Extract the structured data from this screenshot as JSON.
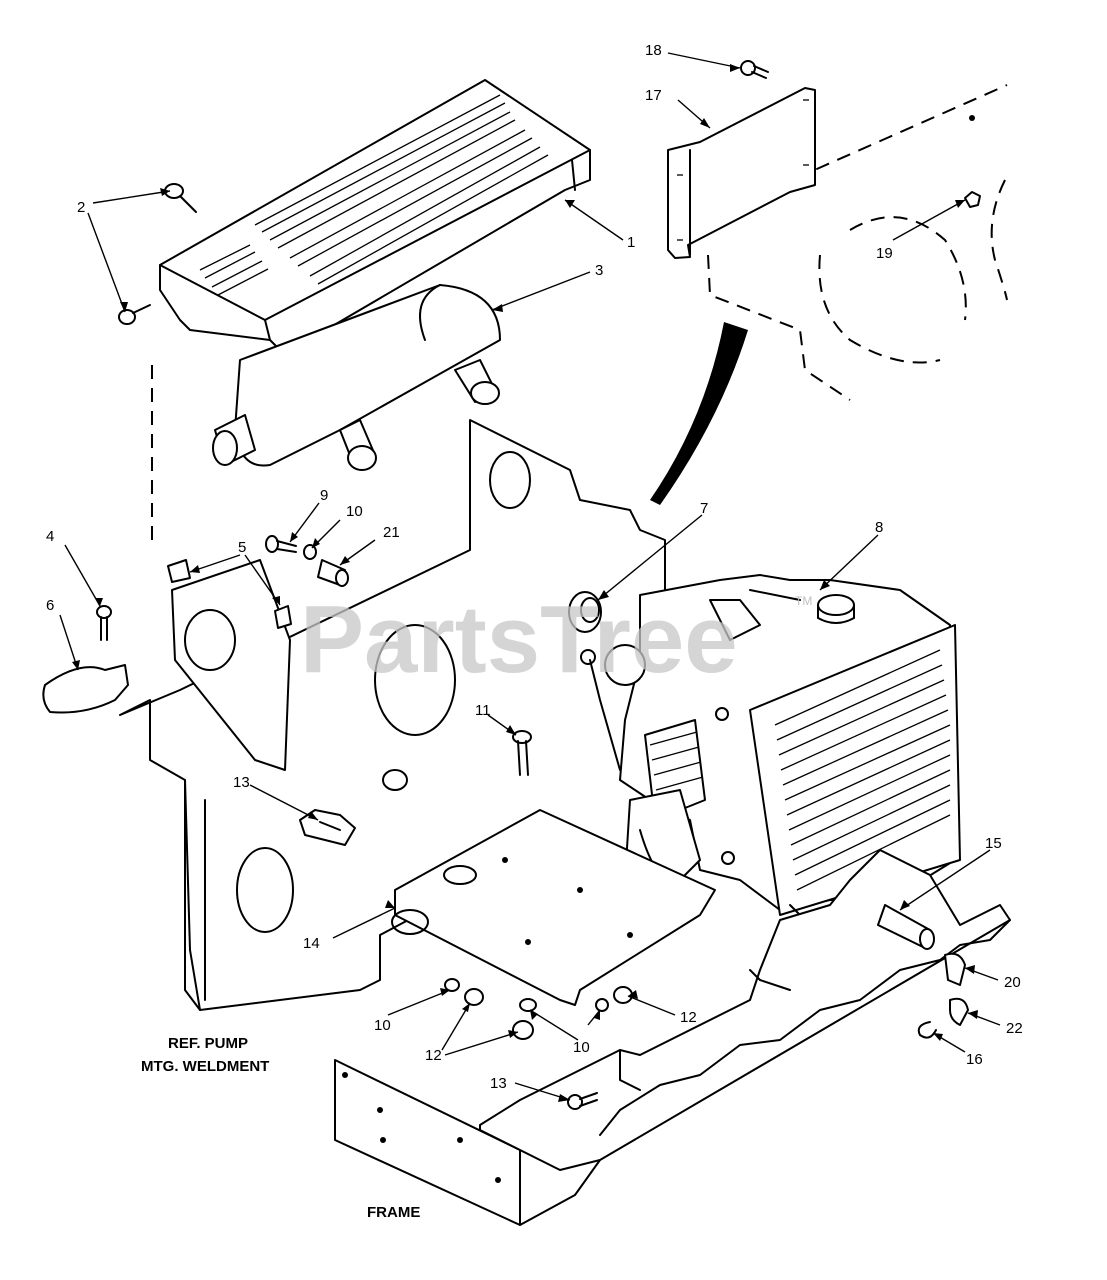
{
  "watermark": {
    "text": "PartsTree",
    "trademark": "TM"
  },
  "labels": {
    "ref_pump_line1": "REF. PUMP",
    "ref_pump_line2": "MTG. WELDMENT",
    "frame": "FRAME"
  },
  "callouts": {
    "n1": "1",
    "n2": "2",
    "n3": "3",
    "n4": "4",
    "n5": "5",
    "n6": "6",
    "n7": "7",
    "n8": "8",
    "n9": "9",
    "n10a": "10",
    "n10b": "10",
    "n10c": "10",
    "n11": "11",
    "n12a": "12",
    "n12b": "12",
    "n13a": "13",
    "n13b": "13",
    "n14": "14",
    "n15": "15",
    "n16": "16",
    "n17": "17",
    "n18": "18",
    "n19": "19",
    "n20": "20",
    "n21": "21",
    "n22": "22"
  }
}
